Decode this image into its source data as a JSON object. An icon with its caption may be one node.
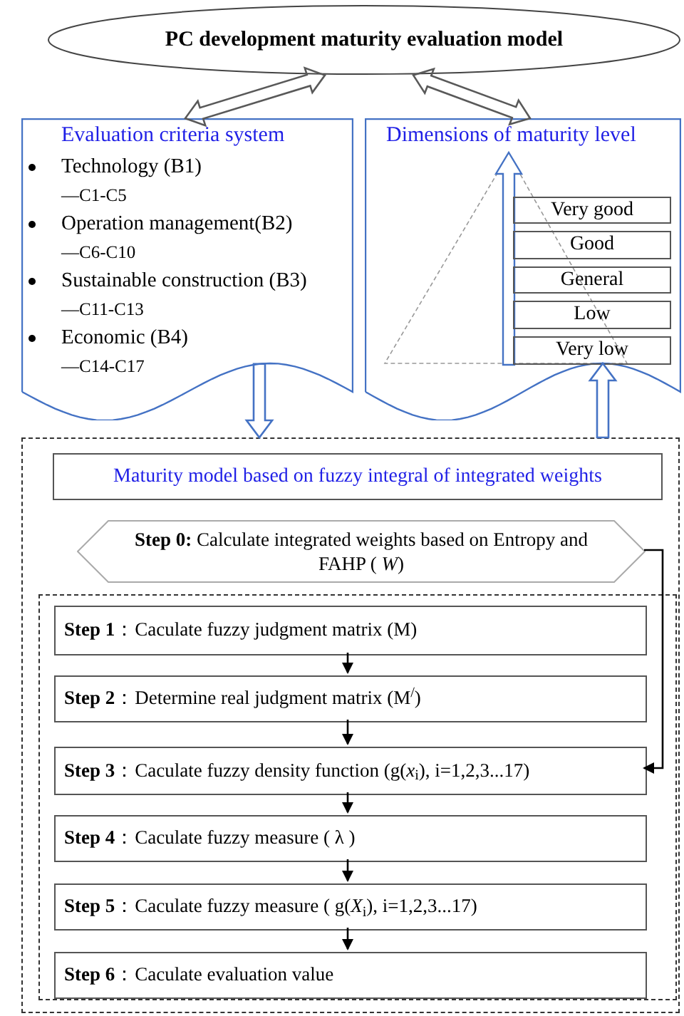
{
  "diagram": {
    "nodes": [
      {
        "text": [
          "PC development maturity evaluation model"
        ]
      },
      {
        "text": [
          "Evaluation criteria system",
          "Technology (B1)",
          "—C1-C5",
          "Operation management(B2)",
          "—C6-C10",
          "Sustainable construction (B3)",
          "—C11-C13",
          "Economic (B4)",
          "—C14-C17"
        ]
      },
      {
        "text": [
          "Dimensions of maturity level"
        ]
      },
      {
        "text": [
          "Very good"
        ],
        "in": 2
      },
      {
        "text": [
          "Good"
        ],
        "in": 2
      },
      {
        "text": [
          "General"
        ],
        "in": 2
      },
      {
        "text": [
          "Low"
        ],
        "in": 2
      },
      {
        "text": [
          "Very low"
        ],
        "in": 2
      },
      {
        "text": [],
        "shape": "box"
      },
      {
        "text": [
          "Maturity model based on fuzzy integral of integrated weights"
        ],
        "in": 8
      },
      {
        "text": [
          "**Step 0:** Calculate integrated weights based on Entropy and FAHP ( *W*)"
        ],
        "in": 8
      },
      {
        "text": [],
        "shape": "box",
        "in": 8
      },
      {
        "text": [
          "**Step 1**：Caculate fuzzy judgment matrix (M)"
        ],
        "in": 11
      },
      {
        "text": [
          "**Step 2**：Determine real judgment matrix (M$^{/}$)"
        ],
        "in": 11
      },
      {
        "text": [
          "**Step 3**：Caculate fuzzy density function (g(*x*$_{i}$), i=1,2,3...17)"
        ],
        "in": 11
      },
      {
        "text": [
          "**Step 4**：Caculate fuzzy measure ( λ )"
        ],
        "in": 11
      },
      {
        "text": [
          "**Step 5**：Caculate fuzzy measure ( g(*X*$_{i}$), i=1,2,3...17)"
        ],
        "in": 11
      },
      {
        "text": [
          "**Step 6**：Caculate evaluation value"
        ],
        "in": 11
      }
    ],
    "edges": [
      {
        "from": 0,
        "to": 1,
        "arrow": "both",
        "style": "thick",
        "color": "#595959"
      },
      {
        "from": 0,
        "to": 2,
        "arrow": "both",
        "style": "thick",
        "color": "#595959"
      },
      {
        "from": 1,
        "to": 8,
        "arrow": "to",
        "style": "thick",
        "color": "#4472c4"
      },
      {
        "from": 8,
        "to": 2,
        "arrow": "to",
        "style": "thick",
        "color": "#4472c4"
      },
      {
        "from": 10,
        "to": 14,
        "arrow": "to"
      },
      {
        "from": 12,
        "to": 13,
        "arrow": "to"
      },
      {
        "from": 13,
        "to": 14,
        "arrow": "to"
      },
      {
        "from": 14,
        "to": 15,
        "arrow": "to"
      },
      {
        "from": 15,
        "to": 16,
        "arrow": "to"
      },
      {
        "from": 16,
        "to": 17,
        "arrow": "to"
      }
    ]
  }
}
